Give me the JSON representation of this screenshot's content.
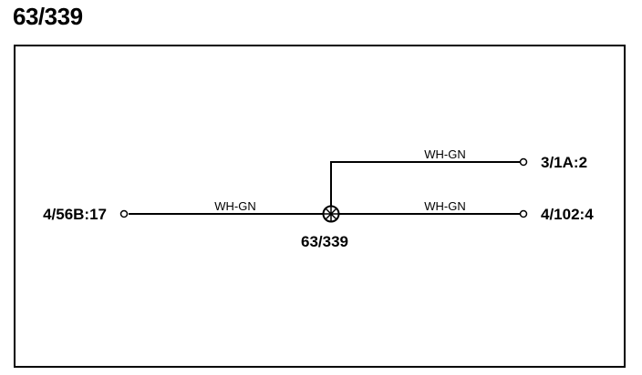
{
  "page": {
    "title": "63/339"
  },
  "diagram": {
    "splice": {
      "label": "63/339"
    },
    "terminals": {
      "left": "4/56B:17",
      "right_upper": "3/1A:2",
      "right_lower": "4/102:4"
    },
    "wires": {
      "left": "WH-GN",
      "upper_right": "WH-GN",
      "lower_right": "WH-GN"
    },
    "colors": {
      "line": "#000000",
      "background": "#ffffff"
    }
  }
}
